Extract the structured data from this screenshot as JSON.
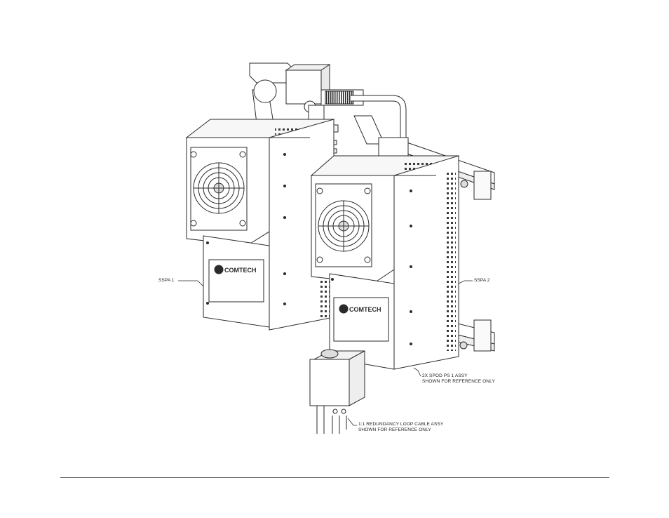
{
  "callouts": {
    "sspa1": "SSPA 1",
    "sspa2": "SSPA 2",
    "spod_line1": "2X SPOD PS 1 ASSY",
    "spod_line2": "SHOWN FOR REFERENCE ONLY",
    "loop_line1": "1:1 REDUNDANCY LOOP CABLE ASSY",
    "loop_line2": "SHOWN FOR REFERENCE ONLY"
  },
  "drawing": {
    "unit_logo_text": "COMTECH",
    "colors": {
      "line": "#2a2a2a",
      "shade": "#e6e6e6",
      "dark": "#3a3a3a",
      "background": "#ffffff"
    }
  }
}
